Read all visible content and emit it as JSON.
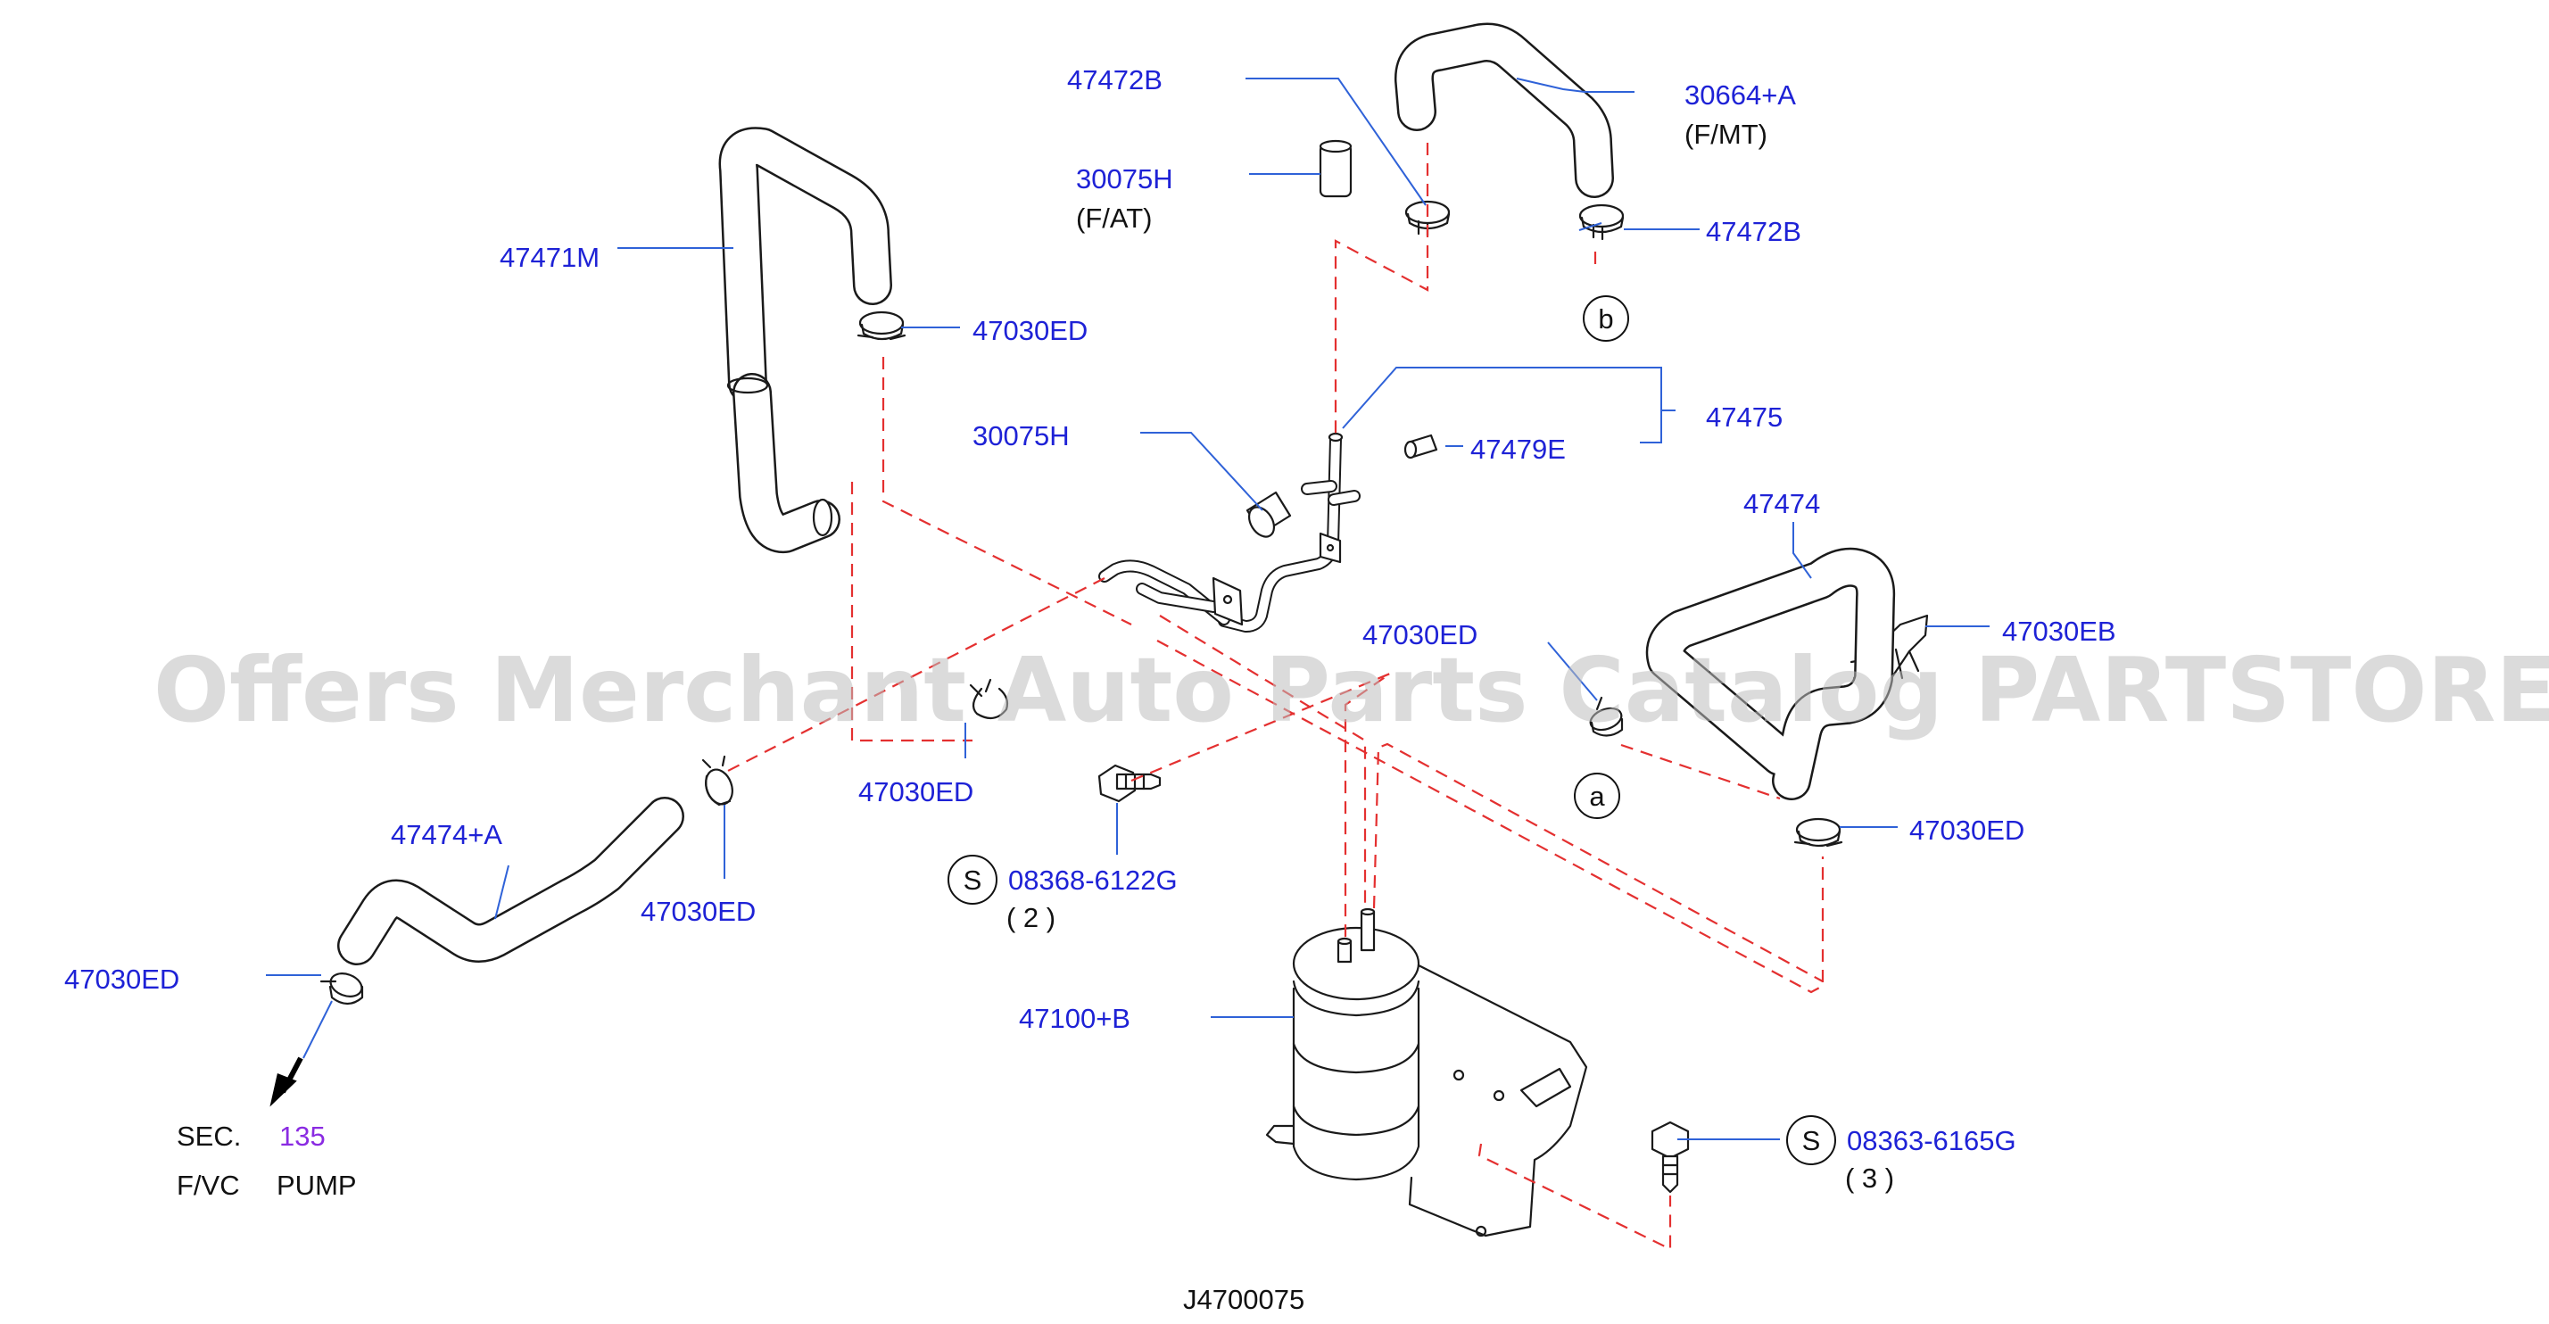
{
  "labels": {
    "p47472b_top": "47472B",
    "p30664a": "30664+A",
    "fmt": "(F/MT)",
    "p30075h_top": "30075H",
    "fat": "(F/AT)",
    "p47472b_right": "47472B",
    "p47471m": "47471M",
    "p47030ed_top": "47030ED",
    "p47475": "47475",
    "p30075h_mid": "30075H",
    "p47479e": "47479E",
    "p47474": "47474",
    "p47030eb": "47030EB",
    "p47030ed_center": "47030ED",
    "p47030ed_mid": "47030ED",
    "p47030ed_right": "47030ED",
    "p47474a": "47474+A",
    "p47030ed_lowmid": "47030ED",
    "p47030ed_left": "47030ED",
    "p08368": "08368-6122G",
    "qty2": "( 2 )",
    "p47100b": "47100+B",
    "p08363": "08363-6165G",
    "qty3": "( 3 )",
    "sec_prefix": "SEC.",
    "sec_num": "135",
    "fvc": "F/VC",
    "pump": "PUMP",
    "ref_a": "a",
    "ref_b": "b",
    "s1": "S",
    "s2": "S",
    "code": "J4700075"
  },
  "watermark": "Offers Merchant Auto Parts Catalog PARTSTORE.SA",
  "colors": {
    "part_number": "#1e22d6",
    "section_number": "#8a2be2",
    "leader": "#2f62d8",
    "dash": "#e43030",
    "line": "#1a1a1a",
    "watermark": "#bdbdbd"
  }
}
